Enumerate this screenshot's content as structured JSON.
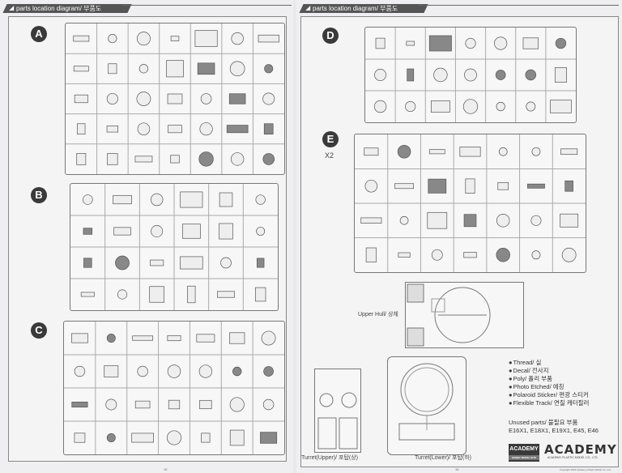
{
  "header": {
    "left_title": "parts location diagram/ 부품도",
    "right_title": "parts location diagram/ 부품도"
  },
  "sprues": {
    "a": "A",
    "b": "B",
    "c": "C",
    "d": "D",
    "e": "E",
    "e_count": "X2"
  },
  "assemblies": {
    "upper_hull": "Upper Hull/ 상체",
    "turret_upper": "Turret(Upper)/ 포탑(상)",
    "turret_lower": "Turret(Lower)/ 포탑(하)"
  },
  "legend": {
    "items": [
      "Thread/ 실",
      "Decal/ 전사지",
      "Poly/ 폴리 부품",
      "Photo Etched/ 에칭",
      "Polaroid Sticker/ 편광 스티커",
      "Flexible Track/ 연질 캐터필러"
    ],
    "unused_label": "Unused parts/ 불필요 부품",
    "unused_list": "E16X1, E18X1, E19X1, E45, E46"
  },
  "brand": {
    "logo_small": "ACADEMY",
    "logo_small_sub": "HOBBY MODEL KITS",
    "logo_large": "ACADEMY",
    "company": "ACADEMY PLASTIC MODEL CO., LTD.",
    "copyright": "Copyright 2023 Academy Plastic Model Co.,Ltd."
  },
  "pages": {
    "left": "15",
    "right": "16"
  }
}
